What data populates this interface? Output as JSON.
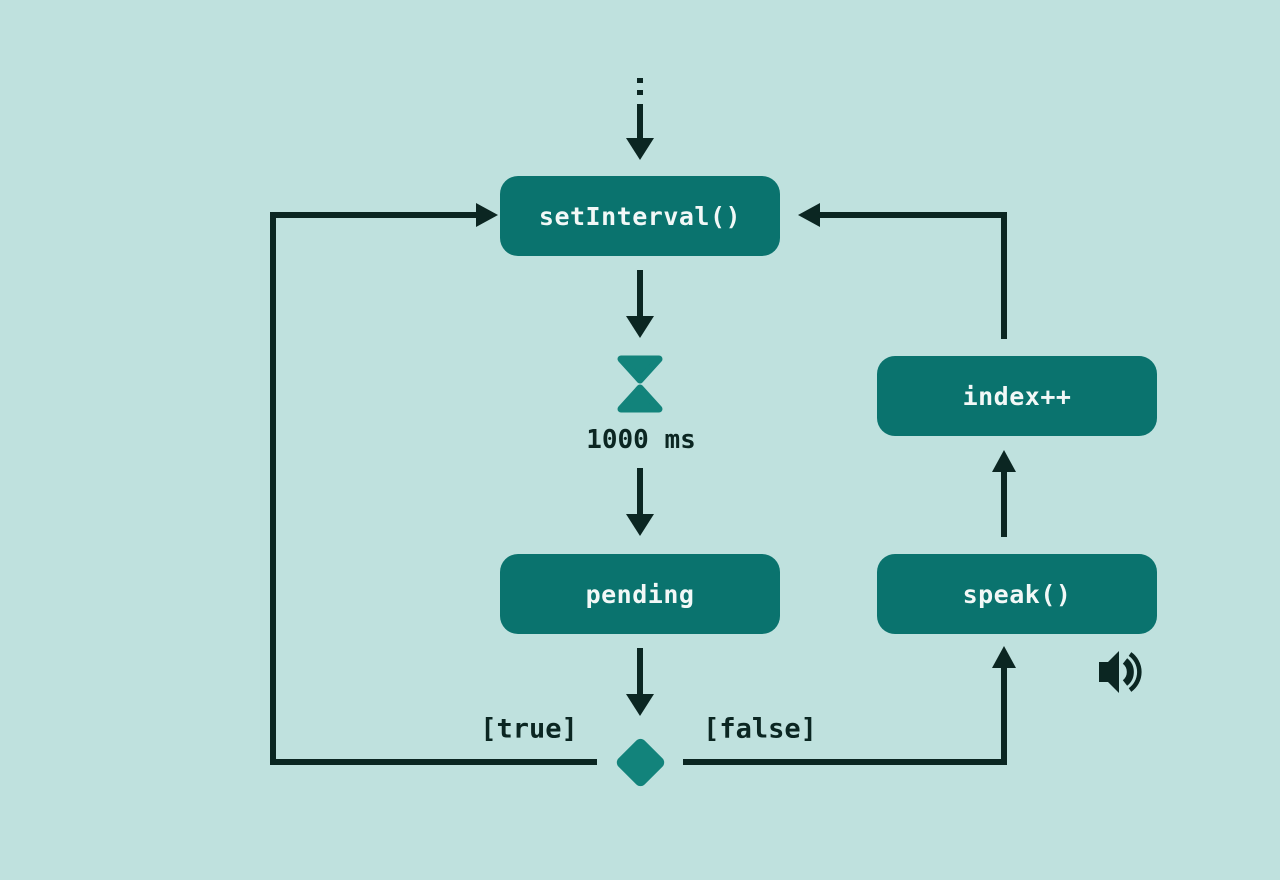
{
  "colors": {
    "bg": "#bfe1de",
    "node-fill": "#0a736e",
    "node-text": "#f2f8f7",
    "accent": "#12837b",
    "line": "#0b2622"
  },
  "nodes": {
    "set_interval": {
      "label": "setInterval()"
    },
    "pending": {
      "label": "pending"
    },
    "index_increment": {
      "label": "index++"
    },
    "speak": {
      "label": "speak()"
    }
  },
  "annotations": {
    "delay": "1000 ms",
    "true_branch": "[true]",
    "false_branch": "[false]"
  },
  "icons": {
    "hourglass": "hourglass-icon",
    "speaker": "speaker-icon",
    "decision": "decision-diamond"
  }
}
